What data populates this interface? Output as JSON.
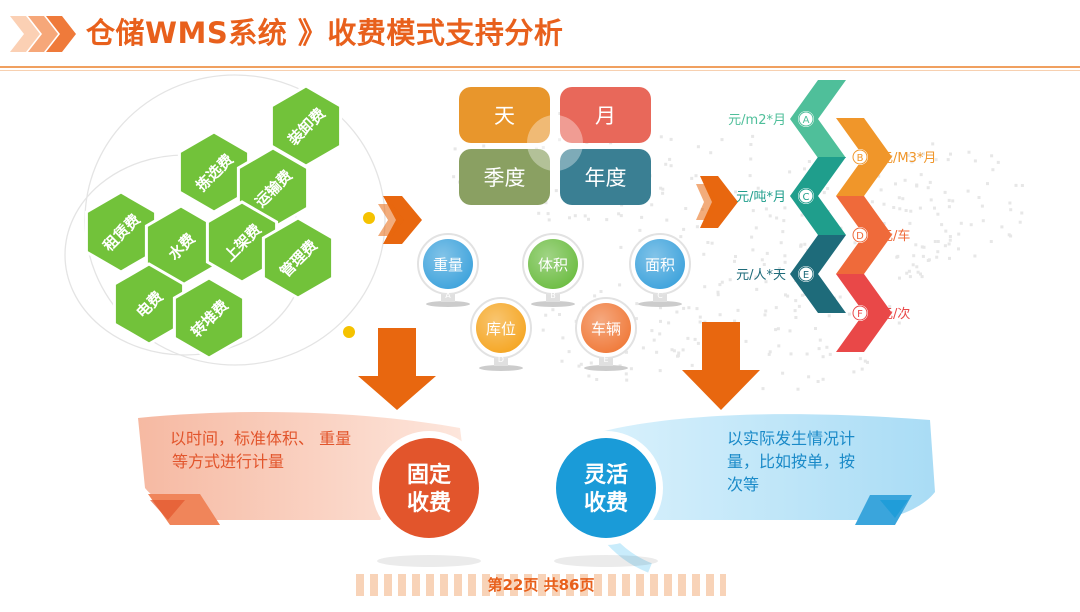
{
  "header": {
    "title": "仓储WMS系统 》收费模式支持分析"
  },
  "fee_hexes": [
    "装卸费",
    "拣选费",
    "运输费",
    "租赁费",
    "水费",
    "上架费",
    "管理费",
    "电费",
    "转堆费"
  ],
  "time_cards": [
    {
      "label": "天",
      "color": "#e8962c"
    },
    {
      "label": "月",
      "color": "#e8685a"
    },
    {
      "label": "季度",
      "color": "#8aa062"
    },
    {
      "label": "年度",
      "color": "#3a7f93"
    }
  ],
  "measures": [
    {
      "label": "重量",
      "letter": "A",
      "color": "#3ea3dc"
    },
    {
      "label": "体积",
      "letter": "B",
      "color": "#6dbd43"
    },
    {
      "label": "面积",
      "letter": "C",
      "color": "#3ea3dc"
    },
    {
      "label": "库位",
      "letter": "D",
      "color": "#f5a623"
    },
    {
      "label": "车辆",
      "letter": "E",
      "color": "#f07a3a"
    }
  ],
  "chevrons": [
    {
      "letter": "A",
      "label": "元/m2*月",
      "color": "#4fbf9a"
    },
    {
      "letter": "B",
      "label": "元/M3*月",
      "color": "#f0962a"
    },
    {
      "letter": "C",
      "label": "元/吨*月",
      "color": "#1f9e8c"
    },
    {
      "letter": "D",
      "label": "元/车",
      "color": "#ef6a3a"
    },
    {
      "letter": "E",
      "label": "元/人*天",
      "color": "#1e6b7a"
    },
    {
      "letter": "F",
      "label": "元/次",
      "color": "#e94848"
    }
  ],
  "fixed": {
    "badge_line1": "固定",
    "badge_line2": "收费",
    "desc_line1": "以时间，标准体积、 重量",
    "desc_line2": "等方式进行计量",
    "color": "#e2552c"
  },
  "flexible": {
    "badge_line1": "灵活",
    "badge_line2": "收费",
    "desc_line1": "以实际发生情况计",
    "desc_line2": "量，比如按单，按",
    "desc_line3": "次等",
    "color": "#1a9bd8"
  },
  "footer": {
    "page_text": "第22页  共86页"
  },
  "colors": {
    "accent": "#e8601c",
    "hex_green": "#72c23a",
    "arrow_orange": "#e8670f"
  }
}
